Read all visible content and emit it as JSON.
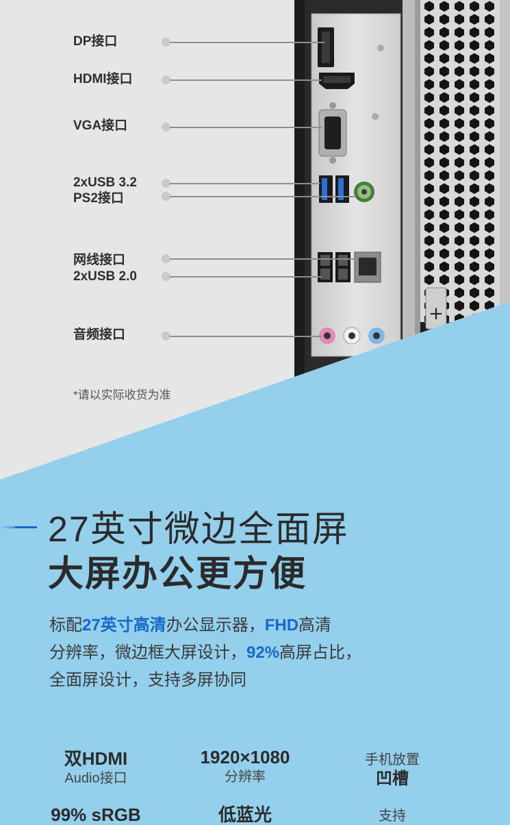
{
  "ports": [
    {
      "label": "DP接口"
    },
    {
      "label": "HDMI接口"
    },
    {
      "label": "VGA接口"
    },
    {
      "label": "2xUSB 3.2"
    },
    {
      "label": "PS2接口"
    },
    {
      "label": "网线接口"
    },
    {
      "label": "2xUSB 2.0"
    },
    {
      "label": "音频接口"
    }
  ],
  "disclaimer": "*请以实际收货为准",
  "headline": {
    "line1": "27英寸微边全面屏",
    "line2": "大屏办公更方便"
  },
  "description": {
    "p1a": "标配",
    "p1b": "27英寸高清",
    "p1c": "办公显示器，",
    "p1d": "FHD",
    "p1e": "高清",
    "p2a": "分辨率，微边框大屏设计，",
    "p2b": "92%",
    "p2c": "高屏占比，",
    "p3": "全面屏设计，支持多屏协同"
  },
  "features": {
    "f1_main": "双HDMI",
    "f1_sub": "Audio接口",
    "f2_main": "1920×1080",
    "f2_sub": "分辨率",
    "f3_top": "手机放置",
    "f3_main": "凹槽",
    "f4_main": "99% sRGB",
    "f5_main": "低蓝光",
    "f6_top": "支持"
  },
  "colors": {
    "accent": "#1769c7",
    "background_blue": "#94cfec",
    "background_gray": "#e6e6e6"
  }
}
